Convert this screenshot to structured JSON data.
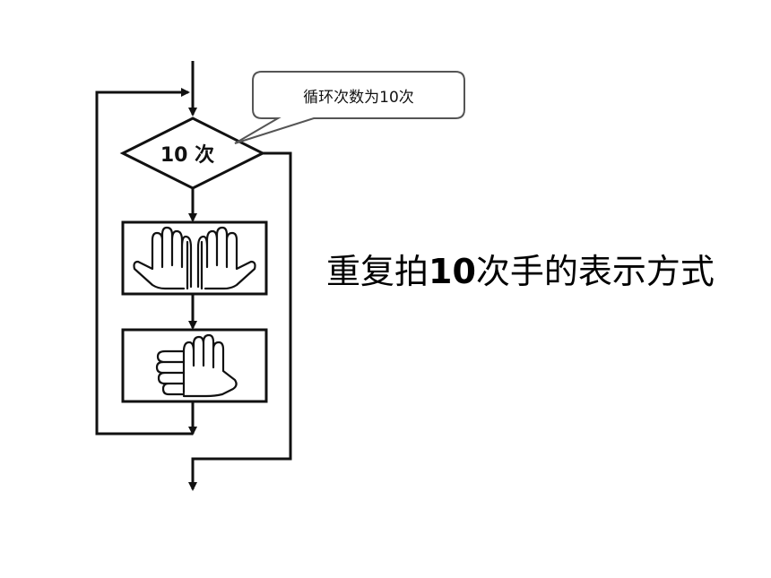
{
  "flowchart": {
    "decision_label": "10 次",
    "step1_icon": "clapping-hands-icon",
    "step2_icon": "clapping-hands-closed-icon"
  },
  "callout": {
    "text": "循环次数为10次"
  },
  "title": {
    "before": "重复拍",
    "number": "10",
    "after": "次手的表示方式"
  },
  "colors": {
    "line": "#111111",
    "callout_border": "#555555",
    "background": "#ffffff"
  }
}
